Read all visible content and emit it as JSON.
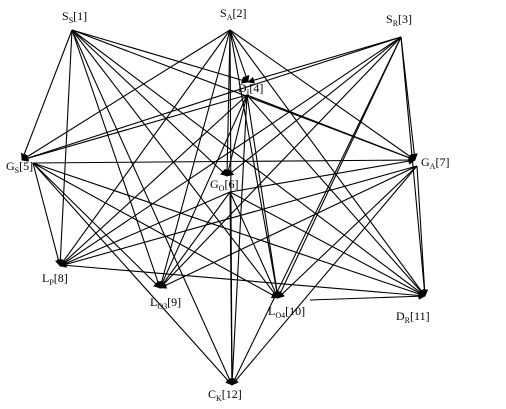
{
  "nodes": [
    {
      "id": 1,
      "base": "S",
      "sub": "S",
      "tag": "[1]"
    },
    {
      "id": 2,
      "base": "S",
      "sub": "A",
      "tag": "[2]"
    },
    {
      "id": 3,
      "base": "S",
      "sub": "R",
      "tag": "[3]"
    },
    {
      "id": 4,
      "base": "D",
      "sub": "I",
      "tag": "[4]"
    },
    {
      "id": 5,
      "base": "G",
      "sub": "S",
      "tag": "[5]"
    },
    {
      "id": 6,
      "base": "G",
      "sub": "O",
      "tag": "[6]"
    },
    {
      "id": 7,
      "base": "G",
      "sub": "A",
      "tag": "[7]"
    },
    {
      "id": 8,
      "base": "L",
      "sub": "P",
      "tag": "[8]"
    },
    {
      "id": 9,
      "base": "L",
      "sub": "O3",
      "tag": "[9]"
    },
    {
      "id": 10,
      "base": "L",
      "sub": "O4",
      "tag": "[10]"
    },
    {
      "id": 11,
      "base": "D",
      "sub": "R",
      "tag": "[11]"
    },
    {
      "id": 12,
      "base": "C",
      "sub": "K",
      "tag": "[12]"
    }
  ],
  "edges": [
    [
      1,
      4
    ],
    [
      1,
      5
    ],
    [
      1,
      6
    ],
    [
      1,
      7
    ],
    [
      1,
      8
    ],
    [
      1,
      9
    ],
    [
      1,
      10
    ],
    [
      1,
      11
    ],
    [
      1,
      12
    ],
    [
      2,
      4
    ],
    [
      2,
      5
    ],
    [
      2,
      6
    ],
    [
      2,
      7
    ],
    [
      2,
      8
    ],
    [
      2,
      9
    ],
    [
      2,
      10
    ],
    [
      2,
      11
    ],
    [
      2,
      12
    ],
    [
      3,
      4
    ],
    [
      3,
      5
    ],
    [
      3,
      6
    ],
    [
      3,
      7
    ],
    [
      3,
      8
    ],
    [
      3,
      9
    ],
    [
      3,
      10
    ],
    [
      3,
      11
    ],
    [
      3,
      12
    ],
    [
      4,
      5
    ],
    [
      4,
      6
    ],
    [
      4,
      7
    ],
    [
      4,
      8
    ],
    [
      4,
      9
    ],
    [
      4,
      10
    ],
    [
      4,
      11
    ],
    [
      4,
      12
    ],
    [
      5,
      7
    ],
    [
      5,
      8
    ],
    [
      5,
      9
    ],
    [
      5,
      10
    ],
    [
      5,
      11
    ],
    [
      5,
      12
    ],
    [
      6,
      7
    ],
    [
      6,
      8
    ],
    [
      6,
      9
    ],
    [
      6,
      10
    ],
    [
      6,
      11
    ],
    [
      6,
      12
    ],
    [
      7,
      8
    ],
    [
      7,
      9
    ],
    [
      7,
      10
    ],
    [
      7,
      11
    ],
    [
      7,
      12
    ],
    [
      8,
      11
    ],
    [
      10,
      11
    ]
  ]
}
